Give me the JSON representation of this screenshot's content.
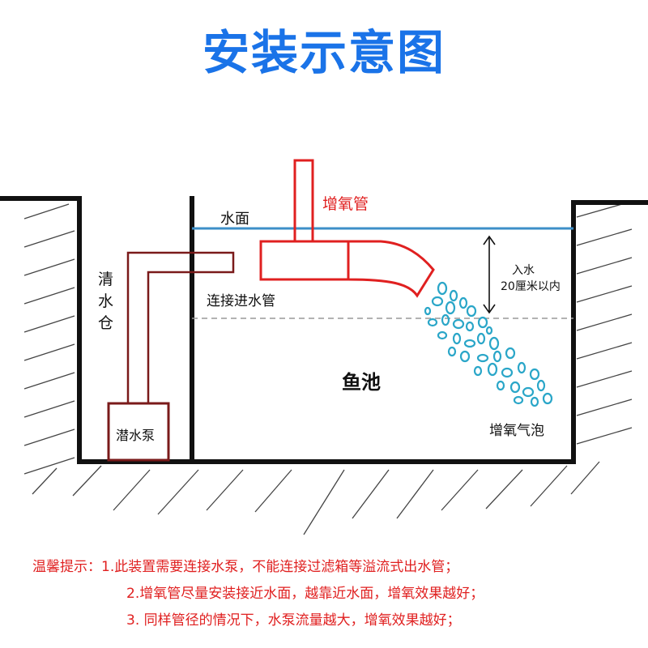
{
  "title": "安装示意图",
  "labels": {
    "water_surface": "水面",
    "oxygen_pipe": "增氧管",
    "clear_water_tank": [
      "清",
      "水",
      "仓"
    ],
    "inlet_pipe": "连接进水管",
    "submersible_pump": "潜水泵",
    "fish_pond": "鱼池",
    "depth_line1": "入水",
    "depth_line2": "20厘米以内",
    "bubbles": "增氧气泡"
  },
  "tips": {
    "prefix": "温馨提示：",
    "lines": [
      "1.此装置需要连接水泵，不能连接过滤箱等溢流式出水管；",
      "2.增氧管尽量安装接近水面，越靠近水面，增氧效果越好；",
      "3. 同样管径的情况下，水泵流量越大，增氧效果越好；"
    ]
  },
  "colors": {
    "title": "#1a73e8",
    "water_line": "#3d8fc8",
    "oxygen_pipe": "#e02020",
    "inlet_pipe": "#7a1a1a",
    "bubbles": "#2aa6c8",
    "tips": "#e02020",
    "wall": "#111111"
  }
}
